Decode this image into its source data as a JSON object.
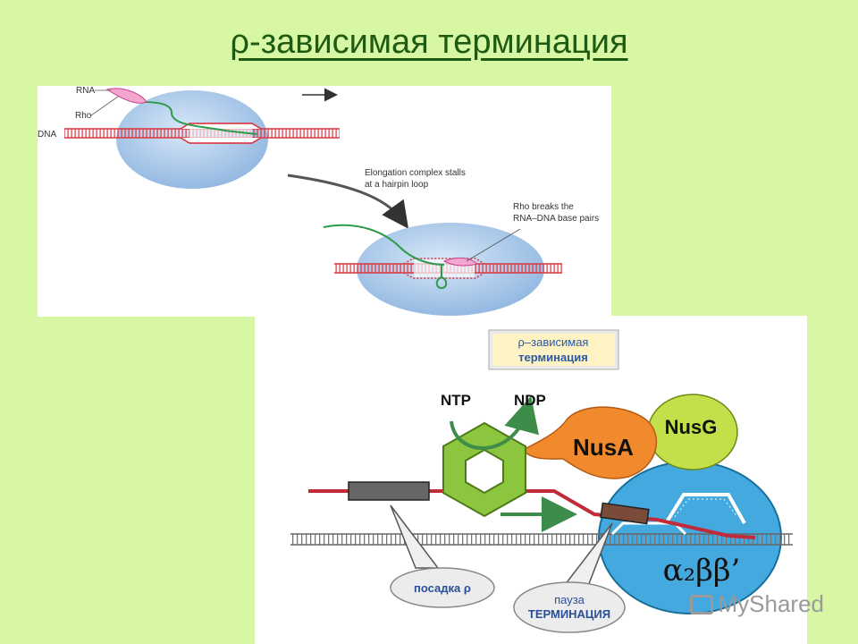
{
  "slide": {
    "title": "ρ-зависимая терминация"
  },
  "top_panel": {
    "labels": {
      "rna": "RNA",
      "rho": "Rho",
      "dna": "DNA",
      "stall_line1": "Elongation complex stalls",
      "stall_line2": "at a hairpin loop",
      "breaks_line1": "Rho breaks the",
      "breaks_line2": "RNA–DNA base pairs"
    }
  },
  "bottom_panel": {
    "box_line1": "ρ–зависимая",
    "box_line2": "терминация",
    "ntp": "NTP",
    "ndp": "NDP",
    "nusa": "NusA",
    "nusg": "NusG",
    "rnap": "α₂ββ’",
    "callout_landing": "посадка ρ",
    "callout_pause_line1": "пауза",
    "callout_pause_line2": "ТЕРМИНАЦИЯ"
  },
  "watermark": {
    "text": "MyShared"
  },
  "colors": {
    "background": "#d7f7a4",
    "title": "#1e5a12",
    "ellipse": "#a9c9ea",
    "dna": "#d9363e",
    "rna": "#2e9a4a",
    "rho_ring": "#8cc63f",
    "nusa": "#f08a2c",
    "nusg": "#c3e04a",
    "rnap": "#44a9df"
  }
}
